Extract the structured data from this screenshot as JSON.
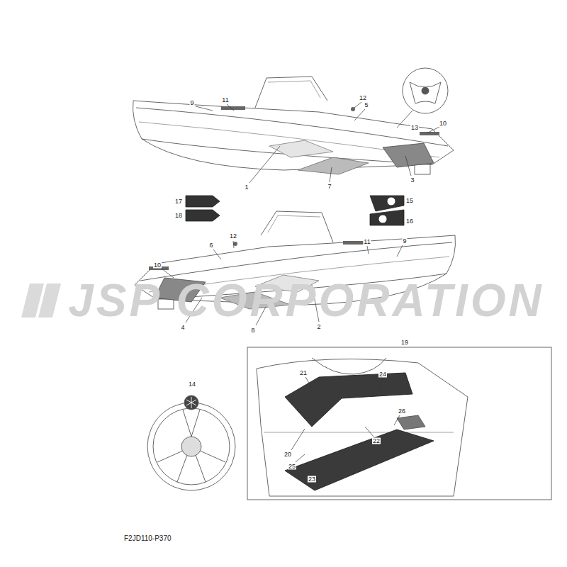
{
  "diagram": {
    "labels": [
      "13",
      "12",
      "11",
      "9",
      "5",
      "10",
      "1",
      "7",
      "3",
      "17",
      "18",
      "15",
      "16",
      "12",
      "6",
      "11",
      "9",
      "10",
      "2",
      "4",
      "8",
      "19",
      "21",
      "24",
      "26",
      "20",
      "22",
      "25",
      "23",
      "14",
      "F2JD110-P370",
      "JSP CORPORATION"
    ]
  }
}
